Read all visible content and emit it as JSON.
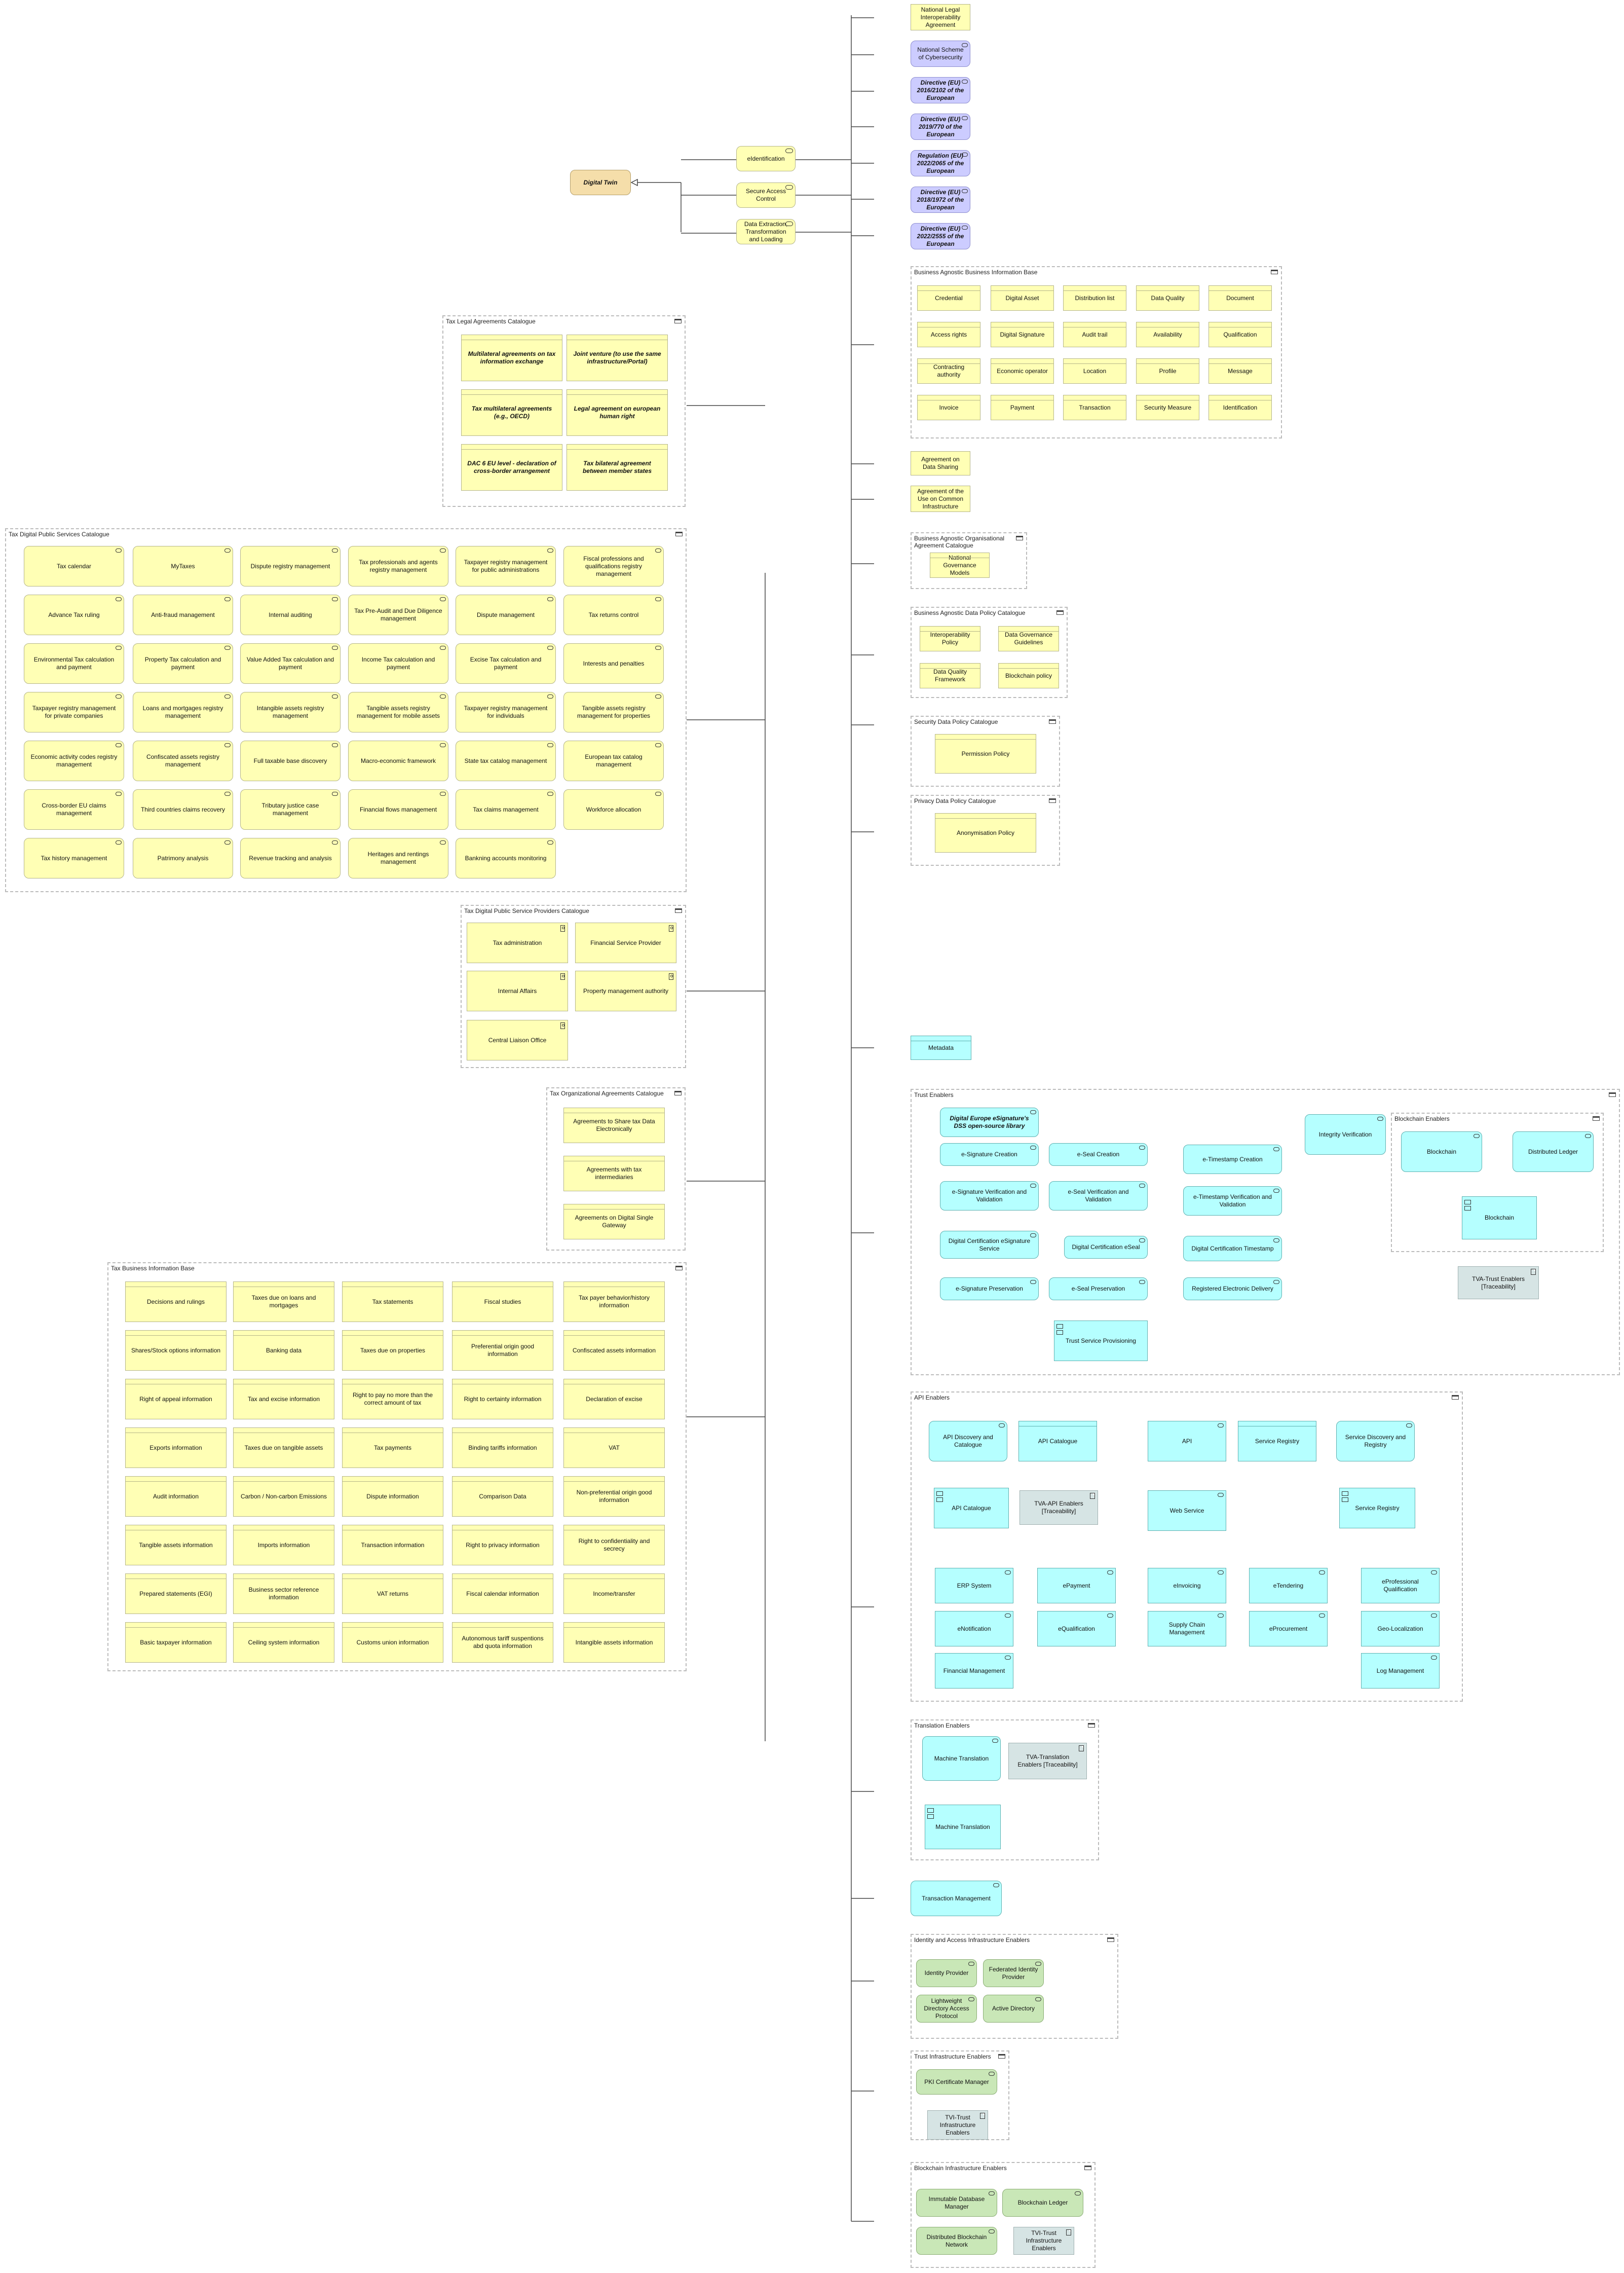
{
  "colors": {
    "business": "#ffffb5",
    "application": "#b5ffff",
    "technology": "#c9e7b7",
    "motivation": "#ccccff",
    "strategy": "#f5deaa",
    "note": "#d6e4e4"
  },
  "top": {
    "digital_twin": "Digital Twin",
    "eidentification": "eIdentification",
    "secure_access": "Secure Access Control",
    "data_etl": "Data Extraction, Transformation and Loading"
  },
  "right_top": [
    "National Legal Interoperability Agreement",
    "National Scheme of Cybersecurity",
    "Directive (EU) 2016/2102 of the European",
    "Directive (EU) 2019/770 of the European",
    "Regulation (EU) 2022/2065 of the European",
    "Directive (EU) 2018/1972 of the European",
    "Directive (EU) 2022/2555 of the European"
  ],
  "babi": {
    "title": "Business Agnostic Business Information Base",
    "items": [
      "Credential",
      "Digital Asset",
      "Distribution list",
      "Data Quality",
      "Document",
      "Access rights",
      "Digital Signature",
      "Audit trail",
      "Availability",
      "Qualification",
      "Contracting authority",
      "Economic operator",
      "Location",
      "Profile",
      "Message",
      "Invoice",
      "Payment",
      "Transaction",
      "Security Measure",
      "Identification"
    ]
  },
  "agreements": [
    "Agreement on Data Sharing",
    "Agreement of the Use on Common Infrastructure"
  ],
  "baoa": {
    "title": "Business Agnostic Organisational Agreement Catalogue",
    "items": [
      "National Governance Models"
    ]
  },
  "badp": {
    "title": "Business Agnostic Data Policy Catalogue",
    "items": [
      "Interoperability Policy",
      "Data Governance Guidelines",
      "Data Quality Framework",
      "Blockchain policy"
    ]
  },
  "sdp": {
    "title": "Security Data Policy Catalogue",
    "items": [
      "Permission Policy"
    ]
  },
  "pdp": {
    "title": "Privacy Data Policy Catalogue",
    "items": [
      "Anonymisation Policy"
    ]
  },
  "metadata": "Metadata",
  "tlac": {
    "title": "Tax Legal Agreements Catalogue",
    "items": [
      "Multilateral agreements on tax information exchange",
      "Joint venture (to use the same infrastructure/Portal)",
      "Tax multilateral agreements (e.g., OECD)",
      "Legal agreement on european human right",
      "DAC 6 EU level - declaration of cross-border arrangement",
      "Tax bilateral agreement between member states"
    ]
  },
  "tdps": {
    "title": "Tax Digital Public Services Catalogue",
    "items": [
      "Tax calendar",
      "MyTaxes",
      "Dispute registry management",
      "Tax professionals and agents registry management",
      "Taxpayer registry management for public administrations",
      "Fiscal professions and qualifications registry management",
      "Advance Tax ruling",
      "Anti-fraud management",
      "Internal auditing",
      "Tax Pre-Audit and Due Diligence management",
      "Dispute management",
      "Tax returns control",
      "Environmental Tax calculation and payment",
      "Property Tax calculation and payment",
      "Value Added Tax calculation and payment",
      "Income Tax calculation and payment",
      "Excise Tax calculation and payment",
      "Interests and penalties",
      "Taxpayer registry management for private companies",
      "Loans and mortgages registry management",
      "Intangible assets registry management",
      "Tangible assets registry management for mobile assets",
      "Taxpayer registry management for individuals",
      "Tangible assets registry management for properties",
      "Economic activity codes registry management",
      "Confiscated assets registry management",
      "Full taxable base discovery",
      "Macro-economic framework",
      "State tax catalog management",
      "European tax catalog management",
      "Cross-border EU claims management",
      "Third countries claims recovery",
      "Tributary justice case management",
      "Financial flows management",
      "Tax claims management",
      "Workforce allocation",
      "Tax history management",
      "Patrimony analysis",
      "Revenue tracking and analysis",
      "Heritages and rentings management",
      "Bankning accounts monitoring"
    ]
  },
  "tdpsp": {
    "title": "Tax Digital Public Service Providers Catalogue",
    "items": [
      "Tax administration",
      "Financial Service Provider",
      "Internal Affairs",
      "Property management authority",
      "Central Liaison Office"
    ]
  },
  "toac": {
    "title": "Tax Organizational Agreements Catalogue",
    "items": [
      "Agreements to Share tax Data Electronically",
      "Agreements with tax intermediaries",
      "Agreements on Digital Single Gateway"
    ]
  },
  "tbib": {
    "title": "Tax Business Information Base",
    "items": [
      "Decisions and rulings",
      "Taxes due on loans and mortgages",
      "Tax statements",
      "Fiscal studies",
      "Tax payer behavior/history information",
      "Shares/Stock options information",
      "Banking data",
      "Taxes due on properties",
      "Preferential origin good information",
      "Confiscated assets information",
      "Right of appeal information",
      "Tax and excise information",
      "Right to pay no more than the correct amount of tax",
      "Right to certainty information",
      "Declaration of excise",
      "Exports information",
      "Taxes due on tangible assets",
      "Tax payments",
      "Binding tariffs information",
      "VAT",
      "Audit information",
      "Carbon / Non-carbon Emissions",
      "Dispute information",
      "Comparison Data",
      "Non-preferential origin good information",
      "Tangible assets information",
      "Imports information",
      "Transaction information",
      "Right to privacy information",
      "Right to confidentiality and secrecy",
      "Prepared statements (EGI)",
      "Business sector reference information",
      "VAT returns",
      "Fiscal calendar information",
      "Income/transfer",
      "Basic taxpayer information",
      "Ceiling system information",
      "Customs union information",
      "Autonomous tariff suspentions abd quota information",
      "Intangible assets information"
    ]
  },
  "trust": {
    "title": "Trust Enablers",
    "dss": "Digital Europe eSignature's DSS open-source library",
    "esc": "e-Signature Creation",
    "esvv": "e-Signature Verification and Validation",
    "dces": "Digital Certification eSignature Service",
    "esp": "e-Signature Preservation",
    "eseal": "e-Seal Creation",
    "esealvv": "e-Seal Verification and Validation",
    "dceseal": "Digital Certification eSeal",
    "esealp": "e-Seal Preservation",
    "etc": "e-Timestamp Creation",
    "etvv": "e-Timestamp Verification and Validation",
    "dcts": "Digital Certification Timestamp",
    "red": "Registered Electronic Delivery",
    "iv": "Integrity Verification",
    "tsp": "Trust Service Provisioning",
    "bc_title": "Blockchain Enablers",
    "bc1": "Blockchain",
    "dl": "Distributed Ledger",
    "bc2": "Blockchain",
    "note": "TVA-Trust Enablers [Traceability]"
  },
  "api": {
    "title": "API Enablers",
    "adc": "API Discovery and Catalogue",
    "apicat": "API Catalogue",
    "api": "API",
    "sr": "Service Registry",
    "sdr": "Service Discovery and Registry",
    "apicat2": "API Catalogue",
    "note": "TVA-API Enablers [Traceability]",
    "ws": "Web Service",
    "sr2": "Service Registry",
    "erp": "ERP System",
    "epay": "ePayment",
    "einv": "eInvoicing",
    "eten": "eTendering",
    "epq": "eProfessional Qualification",
    "enot": "eNotification",
    "equal": "eQualification",
    "scm": "Supply Chain Management",
    "eproc": "eProcurement",
    "geo": "Geo-Localization",
    "fin": "Financial Management",
    "log": "Log Management"
  },
  "trans": {
    "title": "Translation Enablers",
    "mt": "Machine Translation",
    "note": "TVA-Translation Enablers [Traceability]",
    "mt2": "Machine Translation"
  },
  "txm": "Transaction Management",
  "iaie": {
    "title": "Identity and Access Infrastructure Enablers",
    "items": [
      "Identity Provider",
      "Federated Identity Provider",
      "Lightweight Directory Access Protocol",
      "Active Directory"
    ]
  },
  "tie": {
    "title": "Trust Infrastructure Enablers",
    "pki": "PKI Certificate Manager",
    "note": "TVI-Trust Infrastructure Enablers"
  },
  "bie": {
    "title": "Blockchain Infrastructure Enablers",
    "items": [
      "Immutable Database Manager",
      "Blockchain Ledger",
      "Distributed Blockchain Network"
    ],
    "note": "TVI-Trust Infrastructure Enablers"
  }
}
